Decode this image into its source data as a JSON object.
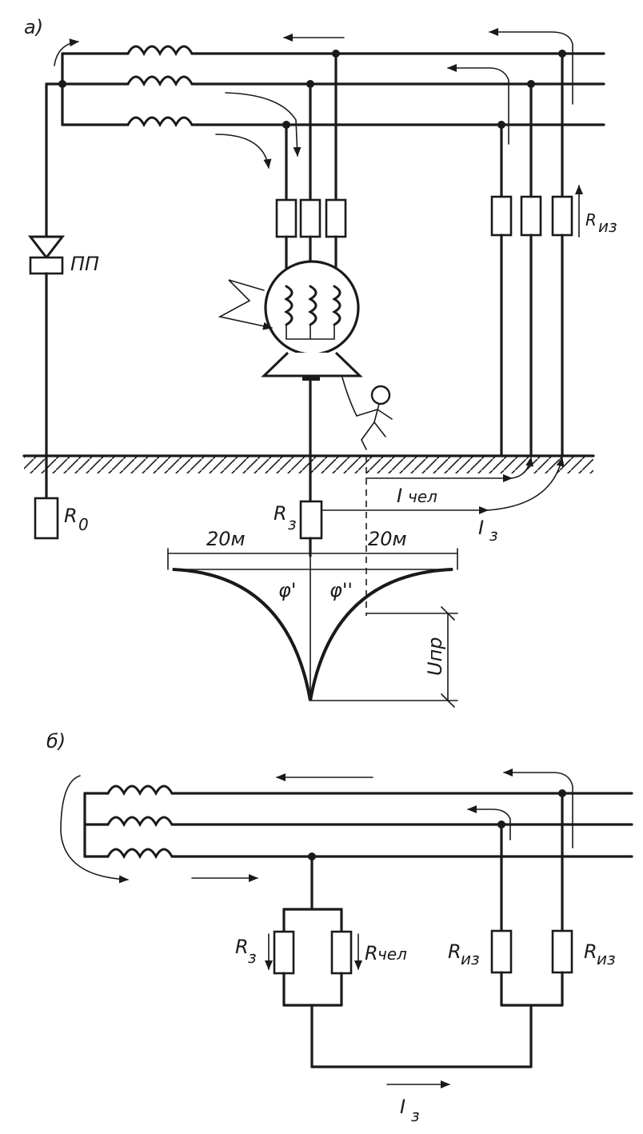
{
  "panel_a": {
    "label": "а)",
    "pp_label": "ПП",
    "r0_label": "R",
    "r0_sub": "0",
    "rz_label": "R",
    "rz_sub": "з",
    "riz_label": "R",
    "riz_sub": "из",
    "ichel_label": "I",
    "ichel_sub": "чел",
    "iz_label": "I",
    "iz_sub": "з",
    "dist_left": "20м",
    "dist_right": "20м",
    "phi1": "φ'",
    "phi2": "φ''",
    "upr": "Uпр"
  },
  "panel_b": {
    "label": "б)",
    "rz_label": "R",
    "rz_sub": "з",
    "rchel_label": "R",
    "rchel_sub": "чел",
    "riz1_label": "R",
    "riz1_sub": "из",
    "riz2_label": "R",
    "riz2_sub": "из",
    "iz_label": "I",
    "iz_sub": "з"
  }
}
